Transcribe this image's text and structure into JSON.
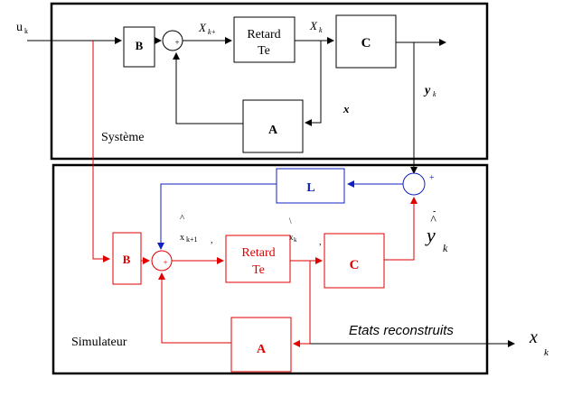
{
  "colors": {
    "system": "#000000",
    "simulator": "#e00000",
    "observer": "#1020c0"
  },
  "system": {
    "input_label": "u",
    "input_sub": "k",
    "block_B": "B",
    "sum_sign": "+",
    "signal_x_next": "X",
    "signal_x_next_sub": "k+",
    "delay_line1": "Retard",
    "delay_line2": "Te",
    "signal_x": "X",
    "signal_x_sub": "k",
    "block_C": "C",
    "output_label": "y",
    "output_sub": "k",
    "feedback_label": "x",
    "block_A": "A",
    "title": "Système"
  },
  "observer": {
    "block_L": "L",
    "plus_sign": "+",
    "minus_sign": "-",
    "yhat_label": "y",
    "yhat_hat": "^",
    "yhat_sub": "k"
  },
  "simulator": {
    "xhat_next_hat": "^",
    "xhat_next_label": "x",
    "xhat_next_sub": "k+1",
    "xhat_hat": "\\",
    "xhat_label": "x",
    "xhat_sub": "k",
    "block_B": "B",
    "sum_sign": "+",
    "delay_line1": "Retard",
    "delay_line2": "Te",
    "block_C": "C",
    "block_A": "A",
    "title": "Simulateur",
    "states_label": "Etats reconstruits",
    "state_output_label": "x",
    "state_output_sub": "k"
  }
}
